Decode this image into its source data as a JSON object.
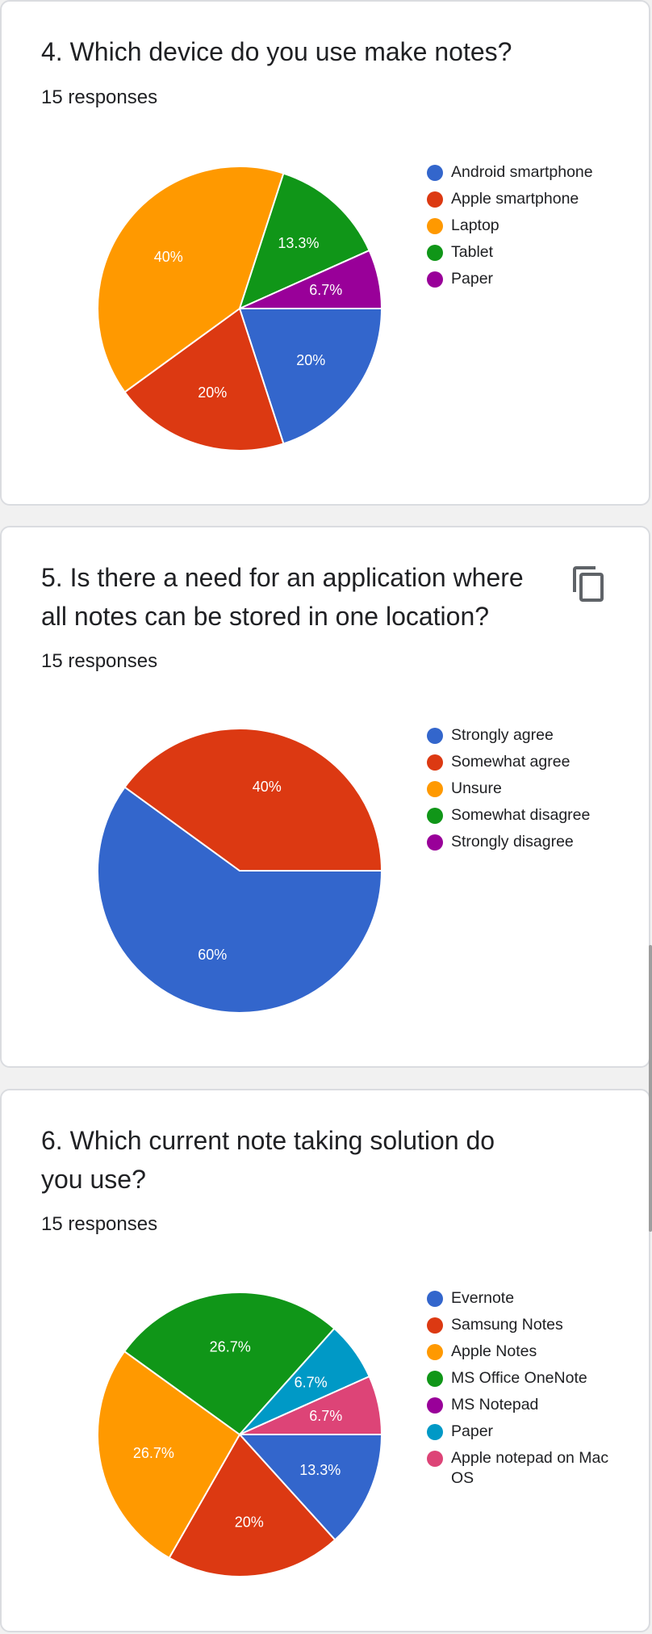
{
  "chart_data": [
    {
      "type": "pie",
      "title": "4. Which device do you use make notes?",
      "subtitle": "15 responses",
      "categories": [
        "Android smartphone",
        "Apple smartphone",
        "Laptop",
        "Tablet",
        "Paper"
      ],
      "values": [
        20,
        20,
        40,
        13.3,
        6.7
      ],
      "value_labels": [
        "20%",
        "20%",
        "40%",
        "13.3%",
        "6.7%"
      ],
      "colors": [
        "#3366cc",
        "#dc3912",
        "#ff9900",
        "#109618",
        "#990099"
      ],
      "legend": "right"
    },
    {
      "type": "pie",
      "title": "5. Is there a need for an application where all notes can be stored in one location?",
      "subtitle": "15 responses",
      "categories": [
        "Strongly agree",
        "Somewhat agree",
        "Unsure",
        "Somewhat disagree",
        "Strongly disagree"
      ],
      "values": [
        60,
        40,
        0,
        0,
        0
      ],
      "value_labels": [
        "60%",
        "40%",
        "",
        "",
        ""
      ],
      "colors": [
        "#3366cc",
        "#dc3912",
        "#ff9900",
        "#109618",
        "#990099"
      ],
      "legend": "right"
    },
    {
      "type": "pie",
      "title": "6. Which current note taking solution do you use?",
      "subtitle": "15 responses",
      "categories": [
        "Evernote",
        "Samsung Notes",
        "Apple Notes",
        "MS Office OneNote",
        "MS Notepad",
        "Paper",
        "Apple notepad on Mac OS"
      ],
      "values": [
        13.3,
        20,
        26.7,
        26.7,
        0,
        6.7,
        6.7
      ],
      "value_labels": [
        "13.3%",
        "20%",
        "26.7%",
        "26.7%",
        "",
        "6.7%",
        "6.7%"
      ],
      "colors": [
        "#3366cc",
        "#dc3912",
        "#ff9900",
        "#109618",
        "#990099",
        "#0099c6",
        "#dd4477"
      ],
      "legend": "right"
    }
  ],
  "icons": {
    "copy": "copy-icon"
  }
}
